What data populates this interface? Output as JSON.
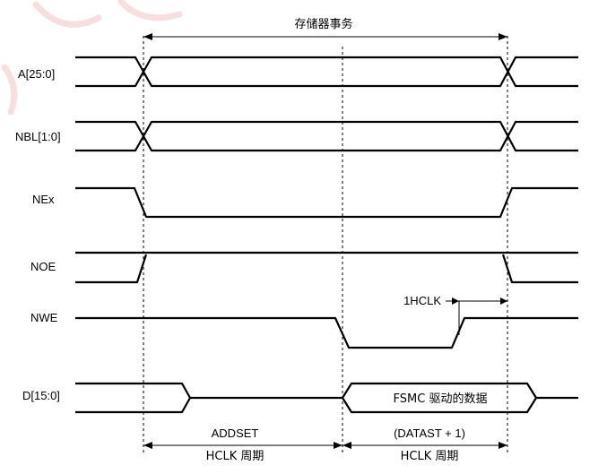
{
  "diagram": {
    "transaction_label": "存储器事务",
    "signals": [
      {
        "id": "addr",
        "label": "A[25:0]"
      },
      {
        "id": "nbl",
        "label": "NBL[1:0]"
      },
      {
        "id": "nex",
        "label": "NEx"
      },
      {
        "id": "noe",
        "label": "NOE"
      },
      {
        "id": "nwe",
        "label": "NWE"
      },
      {
        "id": "data",
        "label": "D[15:0]"
      }
    ],
    "data_window_label": "FSMC 驱动的数据",
    "hclk_label": "1HCLK",
    "phases": [
      {
        "line1": "ADDSET",
        "line2": "HCLK 周期"
      },
      {
        "line1": "(DATAST + 1)",
        "line2": "HCLK 周期"
      }
    ]
  },
  "colors": {
    "line": "#000000",
    "background": "#ffffff",
    "watermark": "#f4caca"
  }
}
